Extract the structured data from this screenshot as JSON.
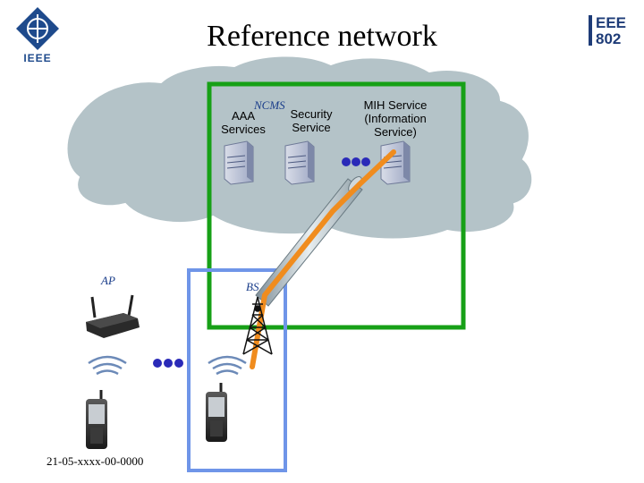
{
  "title": "Reference network",
  "logo_left": {
    "icon": "ieee-logo-icon",
    "text": "IEEE"
  },
  "logo_right": {
    "line1": "EEE",
    "line2": "802"
  },
  "labels": {
    "ncms": "NCMS",
    "aaa": "AAA\nServices",
    "security": "Security\nService",
    "mih": "MIH Service\n(Information\nService)",
    "ap": "AP",
    "bs": "BS"
  },
  "footer": "21-05-xxxx-00-0000",
  "colors": {
    "cloud": "#b4c3c8",
    "green_box": "#17a017",
    "blue_box": "#6f95e8",
    "tunnel": "#f08c1e",
    "dots": "#2a2ab8"
  }
}
